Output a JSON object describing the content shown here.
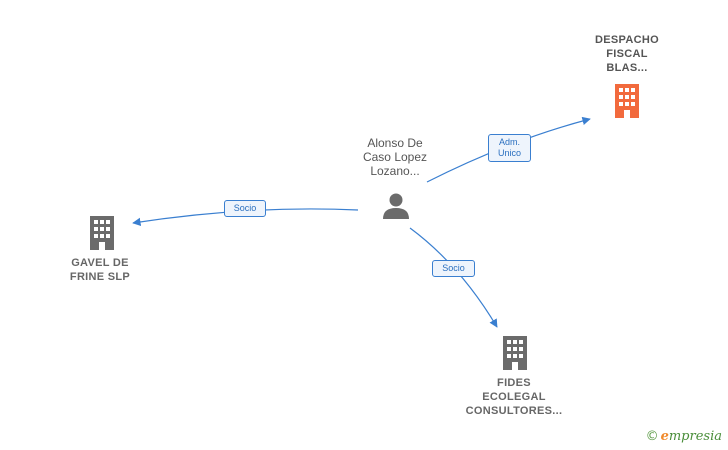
{
  "nodes": {
    "person": {
      "label": "Alonso De\nCaso Lopez\nLozano...",
      "icon": "person-icon"
    },
    "despacho": {
      "label": "DESPACHO\nFISCAL\nBLAS...",
      "icon": "building-icon",
      "color": "#f26a3d"
    },
    "gavel": {
      "label": "GAVEL DE\nFRINE  SLP",
      "icon": "building-icon",
      "color": "#6b6b6b"
    },
    "fides": {
      "label": "FIDES\nECOLEGAL\nCONSULTORES...",
      "icon": "building-icon",
      "color": "#6b6b6b"
    }
  },
  "edges": {
    "to_despacho": "Adm.\nUnico",
    "to_gavel": "Socio",
    "to_fides": "Socio"
  },
  "colors": {
    "edge": "#3a7fd0",
    "brand_green": "#4a8e3a",
    "brand_orange": "#f08a2c"
  },
  "footer": {
    "copyright": "©",
    "brand_first": "e",
    "brand_rest": "mpresia"
  }
}
